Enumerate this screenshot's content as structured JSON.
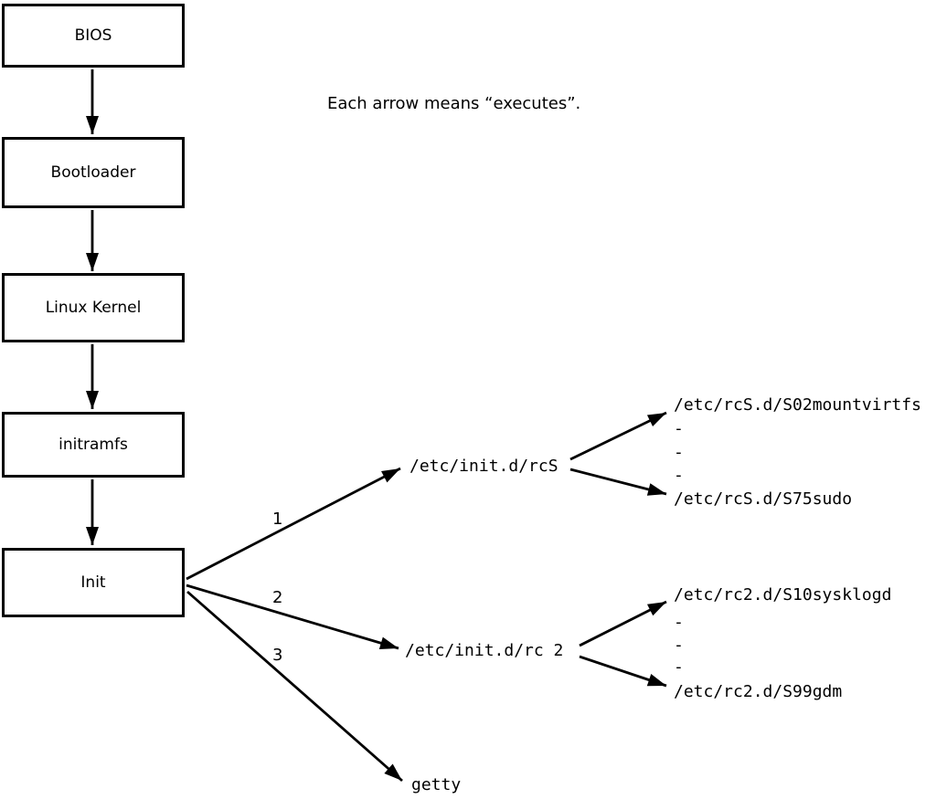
{
  "diagram": {
    "note": "Each arrow means “executes”.",
    "boxes": [
      {
        "label": "BIOS"
      },
      {
        "label": "Bootloader"
      },
      {
        "label": "Linux Kernel"
      },
      {
        "label": "initramfs"
      },
      {
        "label": "Init"
      }
    ],
    "init_branches": [
      {
        "number": "1",
        "target": "/etc/init.d/rcS"
      },
      {
        "number": "2",
        "target": "/etc/init.d/rc 2"
      },
      {
        "number": "3",
        "target": "getty"
      }
    ],
    "rcS_scripts": {
      "first": "/etc/rcS.d/S02mountvirtfs",
      "dashes": [
        "-",
        "-",
        "-"
      ],
      "last": "/etc/rcS.d/S75sudo"
    },
    "rc2_scripts": {
      "first": "/etc/rc2.d/S10sysklogd",
      "dashes": [
        "-",
        "-",
        "-"
      ],
      "last": "/etc/rc2.d/S99gdm"
    }
  }
}
